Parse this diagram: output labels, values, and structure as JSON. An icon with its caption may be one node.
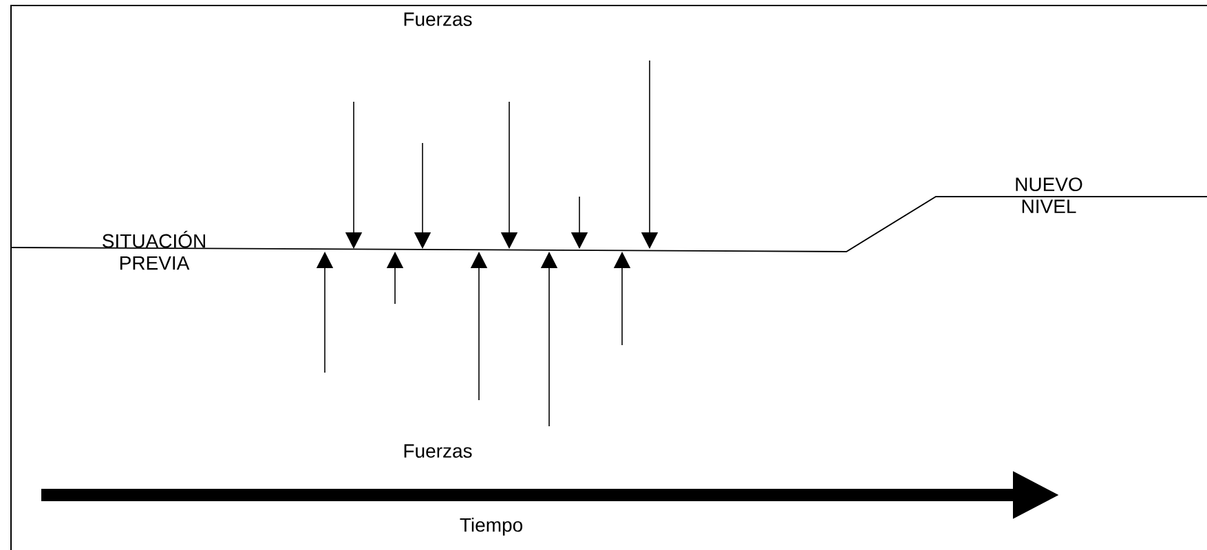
{
  "diagram": {
    "labels": [
      "Fuerzas",
      "NUEVO NIVEL",
      "SITUACIÓN PREVIA",
      "Fuerzas",
      "Tiempo"
    ]
  }
}
